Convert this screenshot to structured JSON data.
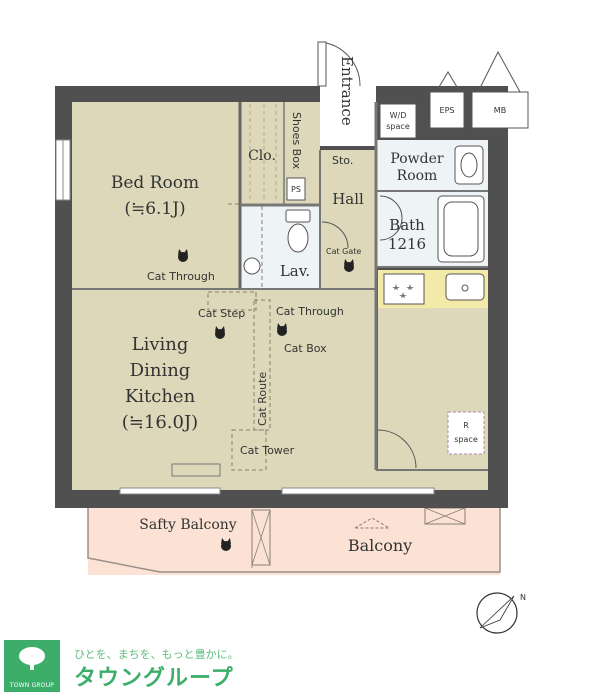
{
  "rooms": {
    "bedroom": "Bed Room",
    "bedroom_size": "(≒6.1J)",
    "closet": "Clo.",
    "shoes_box": "Shoes Box",
    "entrance": "Entrance",
    "storage": "Sto.",
    "ps": "PS",
    "hall": "Hall",
    "lavatory": "Lav.",
    "powder_room": "Powder Room",
    "bath": "Bath",
    "bath_size": "1216",
    "ldk": [
      "Living",
      "Dining",
      "Kitchen"
    ],
    "ldk_size": "(≒16.0J)",
    "safety_balcony": "Safty Balcony",
    "balcony": "Balcony",
    "wd_space": "W/D",
    "wd_space_sub": "space",
    "eps": "EPS",
    "mb": "MB",
    "r_space": "R",
    "r_space_sub": "space"
  },
  "cat_features": {
    "through_1": "Cat Through",
    "through_2": "Cat Through",
    "step": "Cat Step",
    "box": "Cat Box",
    "route": "Cat Route",
    "tower": "Cat Tower",
    "gate": "Cat Gate"
  },
  "footer": {
    "logo_text": "TOWN GROUP",
    "tagline": "ひとを、まちを、もっと豊かに。",
    "brand": "タウングループ"
  },
  "colors": {
    "floor": "#dcd8b9",
    "wet_area": "#eef3f6",
    "wall": "#505050",
    "balcony": "#fbe2d5",
    "kitchen_counter": "#f3e9a8",
    "brand_green": "#3cae6a"
  }
}
